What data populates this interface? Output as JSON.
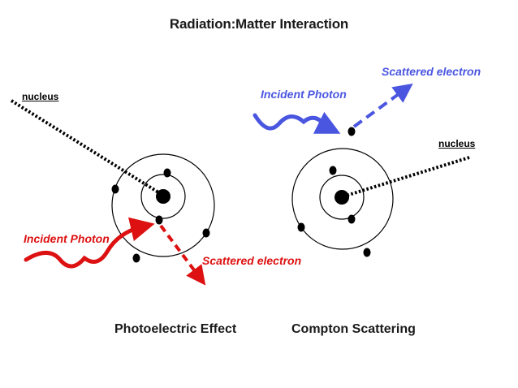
{
  "title": "Radiation:Matter Interaction",
  "colors": {
    "photoelectric": "#dd1111",
    "compton": "#4a56e0",
    "line": "#000000"
  },
  "photoelectric": {
    "nucleus_label": "nucleus",
    "incident_label": "Incident Photon",
    "scattered_label": "Scattered electron",
    "caption": "Photoelectric Effect"
  },
  "compton": {
    "nucleus_label": "nucleus",
    "incident_label": "Incident Photon",
    "scattered_label": "Scattered electron",
    "caption": "Compton Scattering"
  }
}
